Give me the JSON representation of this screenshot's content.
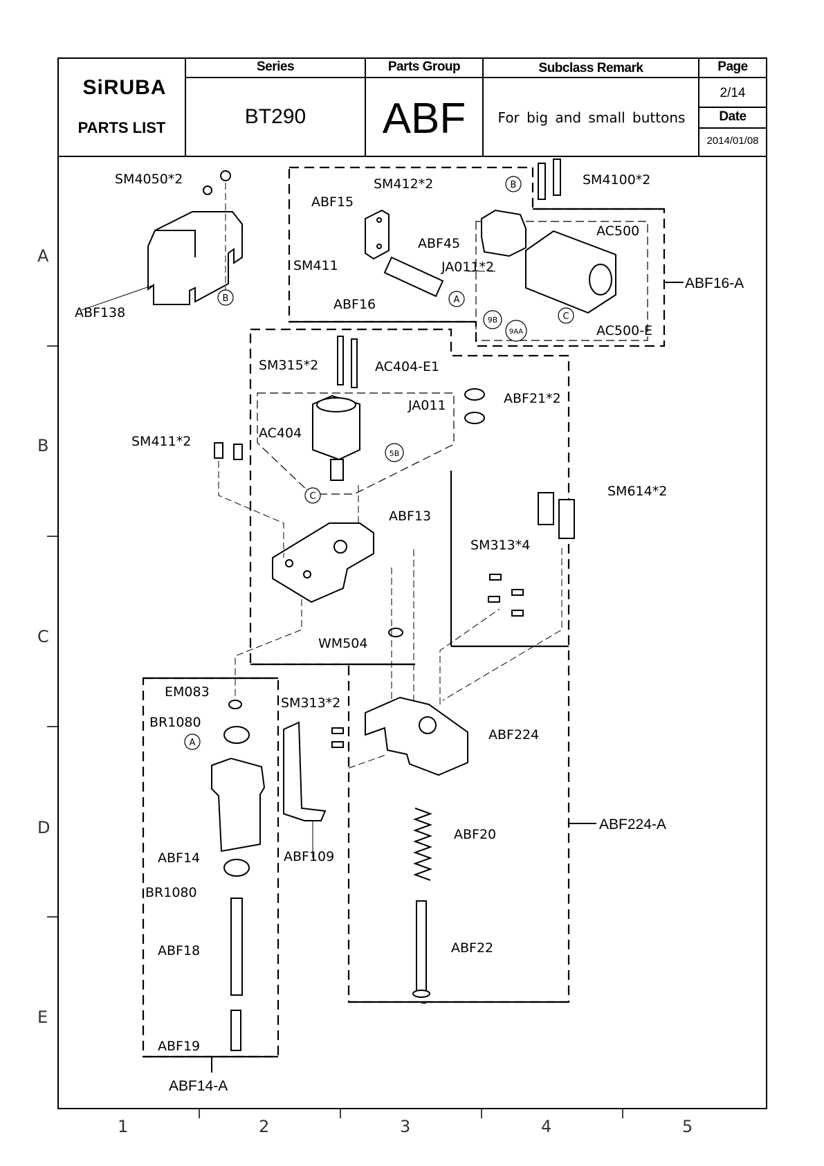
{
  "header": {
    "brand": "SiRUBA",
    "doc_type": "PARTS LIST",
    "series_label": "Series",
    "series_value": "BT290",
    "parts_group_label": "Parts Group",
    "parts_group_value": "ABF",
    "subclass_label": "Subclass Remark",
    "subclass_value": "For big and small buttons",
    "page_label": "Page",
    "page_value": "2/14",
    "date_label": "Date",
    "date_value": "2014/01/08"
  },
  "part_labels": {
    "sm4050": "SM4050*2",
    "abf138": "ABF138",
    "sm412": "SM412*2",
    "abf15": "ABF15",
    "sm4100": "SM4100*2",
    "ac500": "AC500",
    "abf45": "ABF45",
    "sm411_a": "SM411",
    "ja011_2": "JA011*2",
    "abf16": "ABF16",
    "ac500e": "AC500-E",
    "sm315": "SM315*2",
    "ac404e1": "AC404-E1",
    "ja011": "JA011",
    "abf21": "ABF21*2",
    "ac404": "AC404",
    "sm411_2": "SM411*2",
    "abf13": "ABF13",
    "sm614": "SM614*2",
    "sm313_4": "SM313*4",
    "wm504": "WM504",
    "em083": "EM083",
    "sm313_2": "SM313*2",
    "br1080_a": "BR1080",
    "abf224": "ABF224",
    "abf14": "ABF14",
    "abf109": "ABF109",
    "abf20": "ABF20",
    "br1080_b": "BR1080",
    "abf18": "ABF18",
    "abf22": "ABF22",
    "abf19": "ABF19"
  },
  "assembly_labels": {
    "abf16a": "ABF16-A",
    "abf224a": "ABF224-A",
    "abf14a": "ABF14-A"
  },
  "callouts": {
    "a": "A",
    "b": "B",
    "c": "C",
    "p9b": "9B",
    "p9aa": "9AA",
    "p5b": "5B"
  },
  "grid": {
    "rows": [
      "A",
      "B",
      "C",
      "D",
      "E"
    ],
    "cols": [
      "1",
      "2",
      "3",
      "4",
      "5"
    ]
  }
}
